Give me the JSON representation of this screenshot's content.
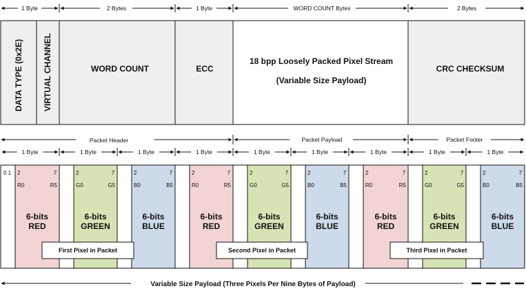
{
  "top_sizes": [
    "1 Byte",
    "2 Bytes",
    "1 Byte",
    "WORD COUNT Bytes",
    "2 Bytes"
  ],
  "packet": {
    "data_type": "DATA TYPE (0x2E)",
    "virtual_channel": "VIRTUAL CHANNEL",
    "word_count": "WORD COUNT",
    "ecc": "ECC",
    "payload_line1": "18 bpp Loosely Packed Pixel Stream",
    "payload_line2": "(Variable Size Payload)",
    "crc": "CRC CHECKSUM"
  },
  "sections": {
    "header": "Packet Header",
    "payload": "Packet Payload",
    "footer": "Packet Footer"
  },
  "byte_label": "1 Byte",
  "bit_start": "0  1",
  "bit_2": "2",
  "bit_7": "7",
  "pixel_groups": [
    {
      "label": "First Pixel in Packet",
      "bytes": [
        {
          "start": "R0",
          "end": "R5",
          "line1": "6-bits",
          "line2": "RED",
          "color": "#f2d4d4"
        },
        {
          "start": "G0",
          "end": "G5",
          "line1": "6-bits",
          "line2": "GREEN",
          "color": "#d6e4b5"
        },
        {
          "start": "B0",
          "end": "B5",
          "line1": "6-bits",
          "line2": "BLUE",
          "color": "#ccdaea"
        }
      ]
    },
    {
      "label": "Second Pixel in Packet",
      "bytes": [
        {
          "start": "R0",
          "end": "R5",
          "line1": "6-bits",
          "line2": "RED",
          "color": "#f2d4d4"
        },
        {
          "start": "G0",
          "end": "G5",
          "line1": "6-bits",
          "line2": "GREEN",
          "color": "#d6e4b5"
        },
        {
          "start": "B0",
          "end": "B5",
          "line1": "6-bits",
          "line2": "BLUE",
          "color": "#ccdaea"
        }
      ]
    },
    {
      "label": "Third Pixel in Packet",
      "bytes": [
        {
          "start": "R0",
          "end": "R5",
          "line1": "6-bits",
          "line2": "RED",
          "color": "#f2d4d4"
        },
        {
          "start": "G0",
          "end": "G5",
          "line1": "6-bits",
          "line2": "GREEN",
          "color": "#d6e4b5"
        },
        {
          "start": "B0",
          "end": "B5",
          "line1": "6-bits",
          "line2": "BLUE",
          "color": "#ccdaea"
        }
      ]
    }
  ],
  "bottom_label": "Variable Size Payload (Three Pixels Per Nine Bytes of Payload)",
  "colors": {
    "header_fill": "#efefef",
    "line": "#111111"
  }
}
